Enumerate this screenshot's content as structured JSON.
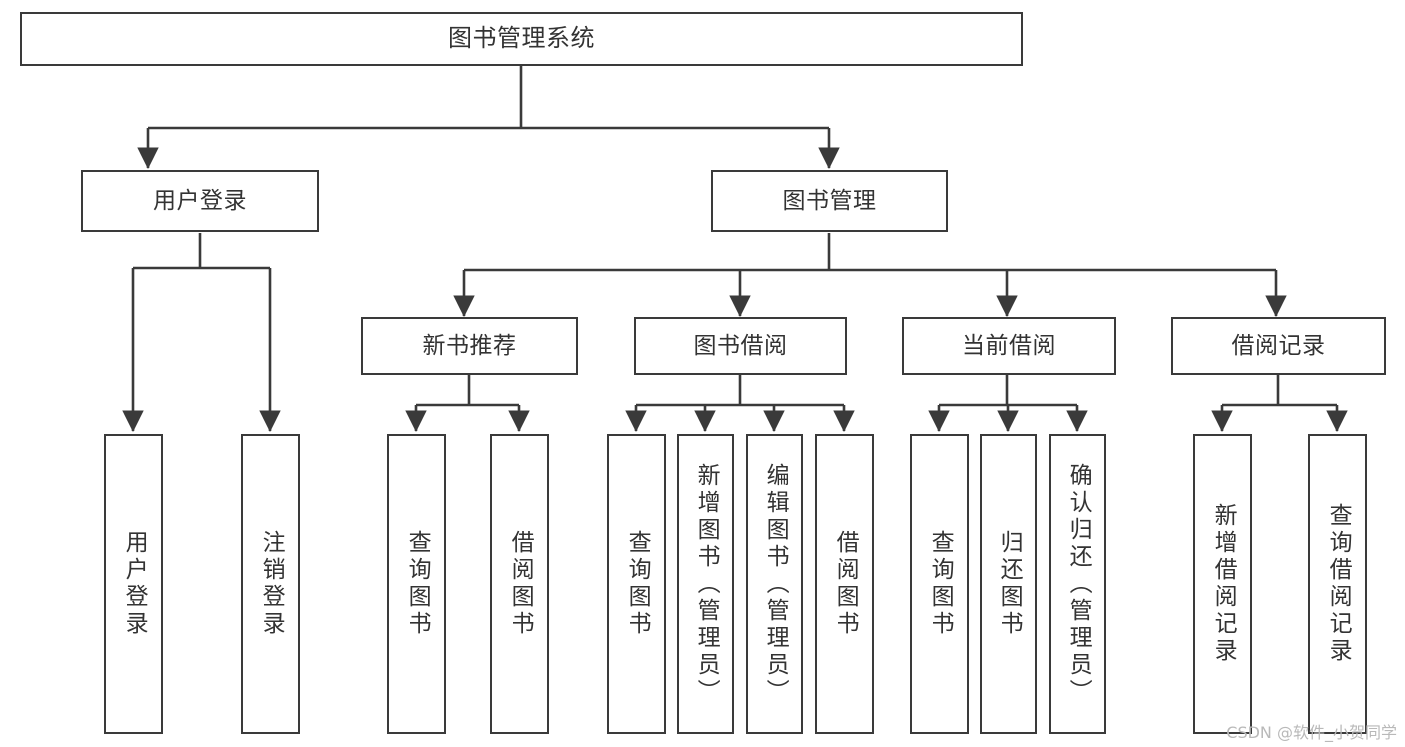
{
  "diagram": {
    "title": "图书管理系统",
    "type": "tree",
    "orientation": "top-down",
    "colors": {
      "box_border": "#3a3a3a",
      "box_fill": "#ffffff",
      "edge": "#3a3a3a",
      "text": "#333333",
      "watermark": "#b9b9b9",
      "background": "#ffffff"
    },
    "root": {
      "id": "root",
      "label": "图书管理系统",
      "orientation": "horizontal"
    },
    "level2": [
      {
        "id": "user-login",
        "label": "用户登录",
        "orientation": "horizontal"
      },
      {
        "id": "book-manage",
        "label": "图书管理",
        "orientation": "horizontal"
      }
    ],
    "level3": [
      {
        "id": "new-book-recommend",
        "label": "新书推荐",
        "orientation": "horizontal",
        "parent": "book-manage"
      },
      {
        "id": "book-borrow",
        "label": "图书借阅",
        "orientation": "horizontal",
        "parent": "book-manage"
      },
      {
        "id": "current-borrow",
        "label": "当前借阅",
        "orientation": "horizontal",
        "parent": "book-manage"
      },
      {
        "id": "borrow-record",
        "label": "借阅记录",
        "orientation": "horizontal",
        "parent": "book-manage"
      }
    ],
    "leaves": [
      {
        "id": "leaf-user-login",
        "label": "用户登录",
        "orientation": "vertical",
        "parent": "user-login"
      },
      {
        "id": "leaf-logout",
        "label": "注销登录",
        "orientation": "vertical",
        "parent": "user-login"
      },
      {
        "id": "leaf-query-book-1",
        "label": "查询图书",
        "orientation": "vertical",
        "parent": "new-book-recommend"
      },
      {
        "id": "leaf-borrow-book-1",
        "label": "借阅图书",
        "orientation": "vertical",
        "parent": "new-book-recommend"
      },
      {
        "id": "leaf-query-book-2",
        "label": "查询图书",
        "orientation": "vertical",
        "parent": "book-borrow"
      },
      {
        "id": "leaf-add-book",
        "label": "新增图书（管理员）",
        "orientation": "vertical",
        "parent": "book-borrow"
      },
      {
        "id": "leaf-edit-book",
        "label": "编辑图书（管理员）",
        "orientation": "vertical",
        "parent": "book-borrow"
      },
      {
        "id": "leaf-borrow-book-2",
        "label": "借阅图书",
        "orientation": "vertical",
        "parent": "book-borrow"
      },
      {
        "id": "leaf-query-book-3",
        "label": "查询图书",
        "orientation": "vertical",
        "parent": "current-borrow"
      },
      {
        "id": "leaf-return-book",
        "label": "归还图书",
        "orientation": "vertical",
        "parent": "current-borrow"
      },
      {
        "id": "leaf-confirm-return",
        "label": "确认归还（管理员）",
        "orientation": "vertical",
        "parent": "current-borrow"
      },
      {
        "id": "leaf-add-record",
        "label": "新增借阅记录",
        "orientation": "vertical",
        "parent": "borrow-record"
      },
      {
        "id": "leaf-query-record",
        "label": "查询借阅记录",
        "orientation": "vertical",
        "parent": "borrow-record"
      }
    ],
    "watermark": "CSDN @软件_小贺同学"
  }
}
